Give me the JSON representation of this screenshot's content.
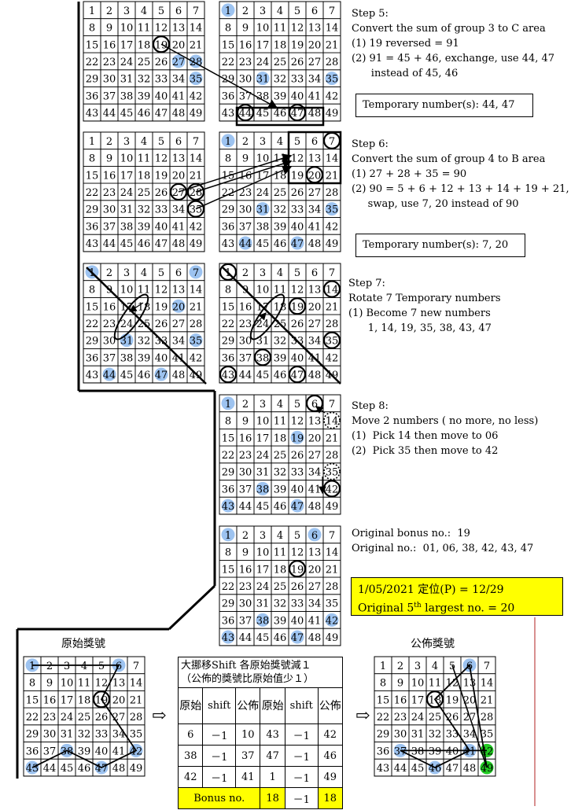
{
  "steps": {
    "step5": {
      "heading": "Step 5:",
      "lines": [
        "Convert the sum of group 3 to C area",
        "(1) 19 reversed = 91",
        "(2) 91 = 45 + 46, exchange, use 44, 47",
        "      instead of 45, 46"
      ],
      "temp_box": "Temporary number(s):  44, 47"
    },
    "step6": {
      "heading": "Step 6:",
      "lines": [
        "Convert the sum of group 4 to B area",
        "(1) 27 + 28 + 35 = 90",
        "(2) 90 = 5 + 6 + 12 + 13 + 14 + 19 + 21,",
        "     swap, use 7, 20 instead of 90"
      ],
      "temp_box": "Temporary number(s):  7, 20"
    },
    "step7": {
      "heading": "Step 7:",
      "lines": [
        "Rotate 7 Temporary numbers",
        "(1) Become 7 new numbers",
        "      1, 14, 19, 35, 38, 43, 47"
      ]
    },
    "step8": {
      "heading": "Step 8:",
      "lines": [
        "Move 2 numbers ( no more, no less)",
        "(1)  Pick 14 then move to 06",
        "(2)  Pick 35 then move to 42"
      ]
    },
    "original": {
      "lines": [
        "Original bonus no.:  19",
        "Original no.:  01, 06, 38, 42, 43, 47"
      ]
    }
  },
  "yellow_box": {
    "line1": "1/05/2021 定位(P) = 12/29",
    "line2_pre": "Original 5",
    "line2_sup": "th",
    "line2_post": " largest no. = 20"
  },
  "bottom": {
    "left_title": "原始獎號",
    "right_title": "公佈獎號",
    "arrow_glyph": "⇨",
    "table": {
      "title1": "大挪移Shift 各原始獎號減１",
      "title2": "（公佈的獎號比原始值少１）",
      "headers": [
        "原始",
        "shift",
        "公佈",
        "原始",
        "shift",
        "公佈"
      ],
      "rows": [
        [
          "6",
          "－1",
          "10",
          "43",
          "－1",
          "42"
        ],
        [
          "38",
          "－1",
          "37",
          "47",
          "－1",
          "46"
        ],
        [
          "42",
          "－1",
          "41",
          "1",
          "－1",
          "49"
        ]
      ],
      "bonus": [
        "Bonus no.",
        "18",
        "－1",
        "18"
      ]
    }
  },
  "colors": {
    "blue_dot": "#9dc3f0",
    "green_dot": "#22cc22",
    "yellow": "#ffff00",
    "red_line": "#b22222"
  },
  "grids": [
    {
      "id": "g5a",
      "blue": [
        27,
        28,
        35
      ],
      "green": [],
      "circles": [
        19
      ],
      "dashed": []
    },
    {
      "id": "g5b",
      "blue": [
        1,
        31,
        35
      ],
      "green": [],
      "circles": [
        44,
        47
      ],
      "dashed": []
    },
    {
      "id": "g6a",
      "blue": [],
      "green": [],
      "circles": [
        27,
        28,
        35
      ],
      "dashed": []
    },
    {
      "id": "g6b",
      "blue": [
        1,
        31,
        35,
        44,
        47
      ],
      "green": [],
      "circles": [
        7,
        20
      ],
      "dashed": []
    },
    {
      "id": "g7a",
      "blue": [
        1,
        7,
        20,
        31,
        35,
        44,
        47
      ],
      "green": [],
      "circles": [],
      "dashed": []
    },
    {
      "id": "g7b",
      "blue": [],
      "green": [],
      "circles": [
        1,
        14,
        19,
        35,
        38,
        43,
        47
      ],
      "dashed": []
    },
    {
      "id": "g8",
      "blue": [
        1,
        19,
        38,
        43,
        47
      ],
      "green": [],
      "circles": [
        6,
        42
      ],
      "dashed": [
        14,
        35
      ]
    },
    {
      "id": "gorig",
      "blue": [
        1,
        6,
        38,
        42,
        43,
        47
      ],
      "green": [],
      "circles": [
        19
      ],
      "dashed": []
    },
    {
      "id": "gbl",
      "blue": [
        1,
        6,
        38,
        42,
        43,
        47
      ],
      "green": [],
      "circles": [
        19
      ],
      "dashed": []
    },
    {
      "id": "gbr",
      "blue": [
        6,
        37,
        41,
        42,
        46,
        49
      ],
      "green": [
        42,
        49
      ],
      "circles": [
        18
      ],
      "dashed": []
    }
  ]
}
